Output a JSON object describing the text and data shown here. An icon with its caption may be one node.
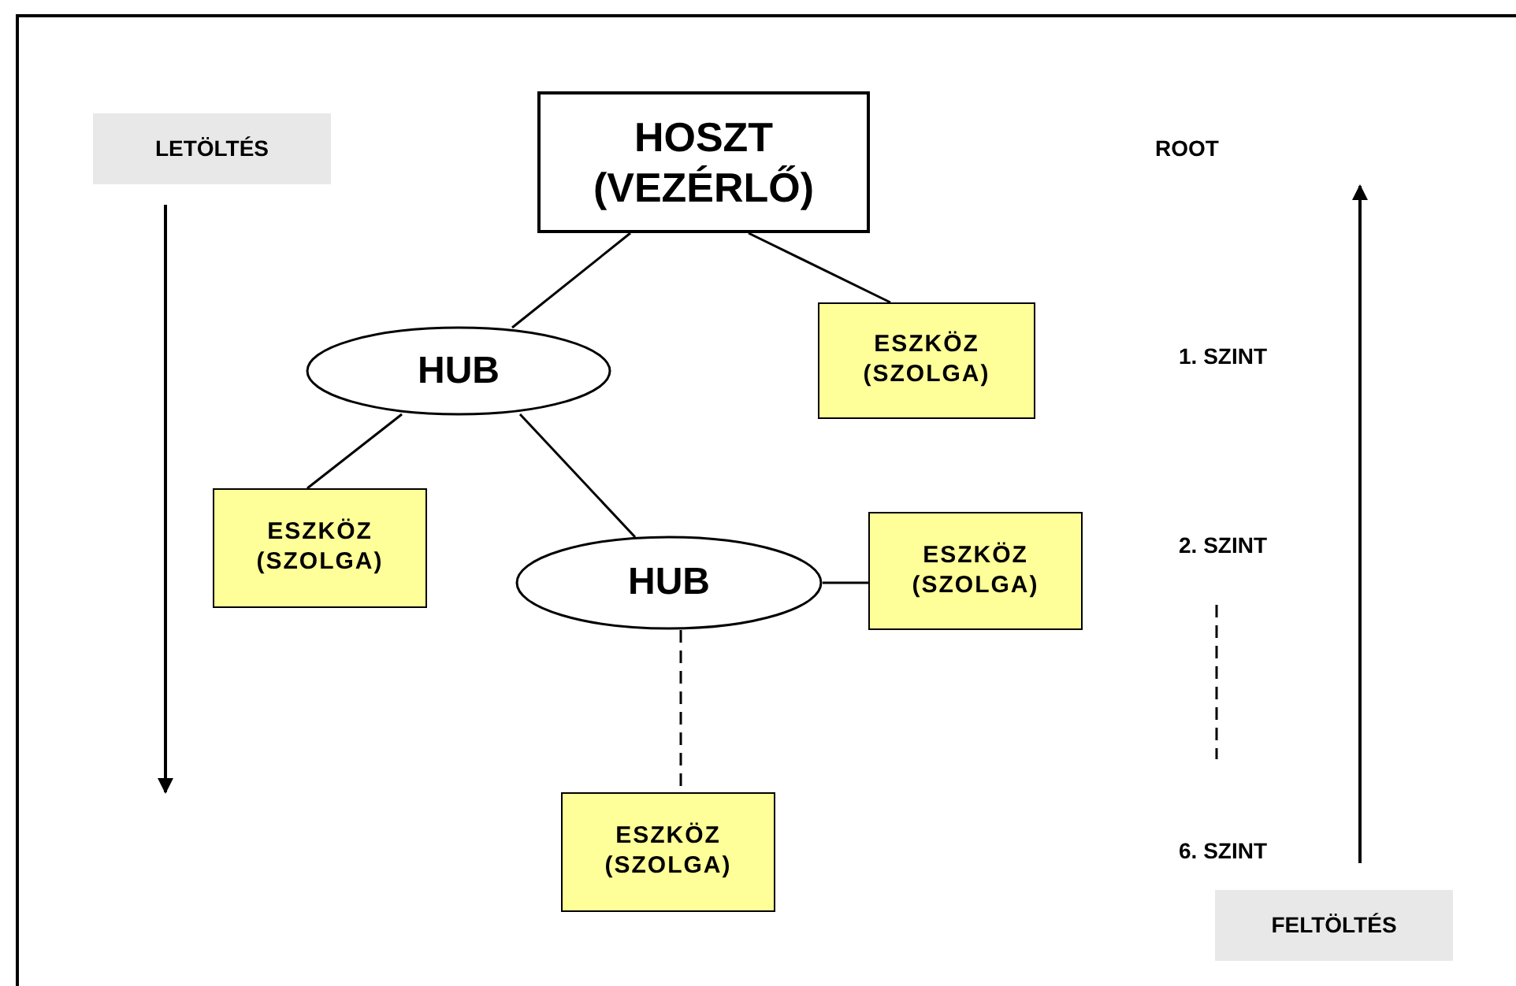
{
  "diagram": {
    "nodes": [
      {
        "text": [
          "LETÖLTÉS"
        ]
      },
      {
        "text": [
          "HOSZT (VEZÉRLŐ)"
        ]
      },
      {
        "text": [
          "HUB"
        ]
      },
      {
        "text": [
          "ESZKÖZ (SZOLGA)"
        ]
      },
      {
        "text": [
          "ESZKÖZ (SZOLGA)"
        ]
      },
      {
        "text": [
          "HUB"
        ]
      },
      {
        "text": [
          "ESZKÖZ (SZOLGA)"
        ]
      },
      {
        "text": [
          "ESZKÖZ (SZOLGA)"
        ]
      },
      {
        "text": [
          "FELTÖLTÉS"
        ]
      }
    ],
    "edges": [
      {
        "from": 1,
        "to": 2,
        "arrow": "none"
      },
      {
        "from": 1,
        "to": 3,
        "arrow": "none"
      },
      {
        "from": 2,
        "to": 4,
        "arrow": "none"
      },
      {
        "from": 2,
        "to": 5,
        "arrow": "none"
      },
      {
        "from": 5,
        "to": 6,
        "arrow": "none"
      },
      {
        "from": 5,
        "to": 7,
        "arrow": "none",
        "style": "dashed"
      }
    ],
    "labels": [
      "ROOT",
      "1. SZINT",
      "2. SZINT",
      "6. SZINT"
    ]
  }
}
